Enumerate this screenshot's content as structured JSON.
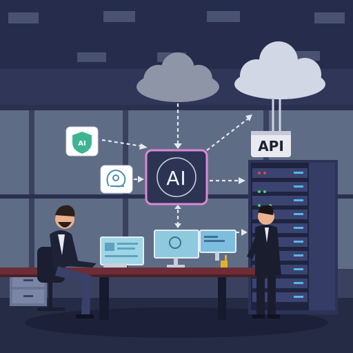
{
  "scene": {
    "core": {
      "label": "AI"
    },
    "api_sign": {
      "label": "API"
    },
    "security_badge": {
      "label": "AI"
    }
  },
  "palette": {
    "room_dark": "#1e2340",
    "window": "#5f6c85",
    "core_border": "#d98ad8",
    "desk": "#6d2d37",
    "server": "#2c3358",
    "cloud": "#c9cfe0"
  },
  "icons": [
    "cloud-icon",
    "shield-icon",
    "brain-icon",
    "monitor-icon",
    "server-rack-icon",
    "api-sign-icon"
  ]
}
